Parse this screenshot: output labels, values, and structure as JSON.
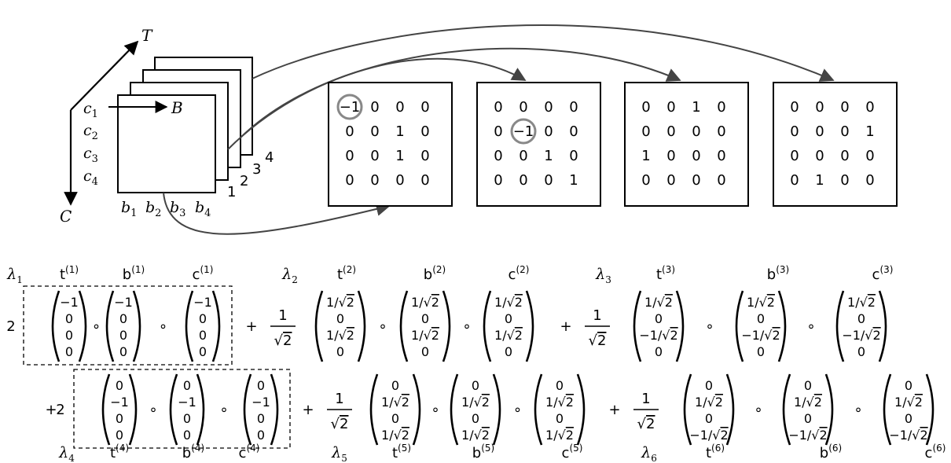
{
  "tensor": {
    "axis_T": "T",
    "axis_B": "B",
    "axis_C": "C",
    "row_labels": [
      "c",
      "c",
      "c",
      "c"
    ],
    "row_subs": [
      "1",
      "2",
      "3",
      "4"
    ],
    "col_labels": [
      "b",
      "b",
      "b",
      "b"
    ],
    "col_subs": [
      "1",
      "2",
      "3",
      "4"
    ],
    "slice_labels": [
      "1",
      "2",
      "3",
      "4"
    ]
  },
  "slices": [
    {
      "rows": [
        [
          "−1",
          "0",
          "0",
          "0"
        ],
        [
          "0",
          "0",
          "1",
          "0"
        ],
        [
          "0",
          "0",
          "1",
          "0"
        ],
        [
          "0",
          "0",
          "0",
          "0"
        ]
      ],
      "circled": [
        0,
        0
      ]
    },
    {
      "rows": [
        [
          "0",
          "0",
          "0",
          "0"
        ],
        [
          "0",
          "−1",
          "0",
          "0"
        ],
        [
          "0",
          "0",
          "1",
          "0"
        ],
        [
          "0",
          "0",
          "0",
          "1"
        ]
      ],
      "circled": [
        1,
        1
      ]
    },
    {
      "rows": [
        [
          "0",
          "0",
          "1",
          "0"
        ],
        [
          "0",
          "0",
          "0",
          "0"
        ],
        [
          "1",
          "0",
          "0",
          "0"
        ],
        [
          "0",
          "0",
          "0",
          "0"
        ]
      ]
    },
    {
      "rows": [
        [
          "0",
          "0",
          "0",
          "0"
        ],
        [
          "0",
          "0",
          "0",
          "1"
        ],
        [
          "0",
          "0",
          "0",
          "0"
        ],
        [
          "0",
          "1",
          "0",
          "0"
        ]
      ]
    }
  ],
  "decomposition": {
    "terms": [
      {
        "lambda": "λ",
        "lambda_sub": "1",
        "labels": [
          "t",
          "b",
          "c"
        ],
        "index": "(1)",
        "sign": "",
        "coef": "2",
        "coef_type": "int",
        "boxed": true,
        "vectors": [
          [
            "−1",
            "0",
            "0",
            "0"
          ],
          [
            "−1",
            "0",
            "0",
            "0"
          ],
          [
            "−1",
            "0",
            "0",
            "0"
          ]
        ]
      },
      {
        "lambda": "λ",
        "lambda_sub": "2",
        "labels": [
          "t",
          "b",
          "c"
        ],
        "index": "(2)",
        "sign": "+",
        "coef": "1",
        "coef_type": "frac",
        "boxed": false,
        "vectors": [
          [
            "1/√2",
            "0",
            "1/√2",
            "0"
          ],
          [
            "1/√2",
            "0",
            "1/√2",
            "0"
          ],
          [
            "1/√2",
            "0",
            "1/√2",
            "0"
          ]
        ]
      },
      {
        "lambda": "λ",
        "lambda_sub": "3",
        "labels": [
          "t",
          "b",
          "c"
        ],
        "index": "(3)",
        "sign": "+",
        "coef": "1",
        "coef_type": "frac",
        "boxed": false,
        "vectors": [
          [
            "1/√2",
            "0",
            "−1/√2",
            "0"
          ],
          [
            "1/√2",
            "0",
            "−1/√2",
            "0"
          ],
          [
            "1/√2",
            "0",
            "−1/√2",
            "0"
          ]
        ]
      },
      {
        "lambda": "λ",
        "lambda_sub": "4",
        "labels": [
          "t",
          "b",
          "c"
        ],
        "index": "(4)",
        "sign": "+",
        "coef": "2",
        "coef_type": "int",
        "boxed": true,
        "vectors": [
          [
            "0",
            "−1",
            "0",
            "0"
          ],
          [
            "0",
            "−1",
            "0",
            "0"
          ],
          [
            "0",
            "−1",
            "0",
            "0"
          ]
        ]
      },
      {
        "lambda": "λ",
        "lambda_sub": "5",
        "labels": [
          "t",
          "b",
          "c"
        ],
        "index": "(5)",
        "sign": "+",
        "coef": "1",
        "coef_type": "frac",
        "boxed": false,
        "vectors": [
          [
            "0",
            "1/√2",
            "0",
            "1/√2"
          ],
          [
            "0",
            "1/√2",
            "0",
            "1/√2"
          ],
          [
            "0",
            "1/√2",
            "0",
            "1/√2"
          ]
        ]
      },
      {
        "lambda": "λ",
        "lambda_sub": "6",
        "labels": [
          "t",
          "b",
          "c"
        ],
        "index": "(6)",
        "sign": "+",
        "coef": "1",
        "coef_type": "frac",
        "boxed": false,
        "vectors": [
          [
            "0",
            "1/√2",
            "0",
            "−1/√2"
          ],
          [
            "0",
            "1/√2",
            "0",
            "−1/√2"
          ],
          [
            "0",
            "1/√2",
            "0",
            "−1/√2"
          ]
        ]
      }
    ],
    "sqrt_symbol": "√",
    "sqrt_radicand": "2",
    "outer_product_symbol": "∘"
  }
}
